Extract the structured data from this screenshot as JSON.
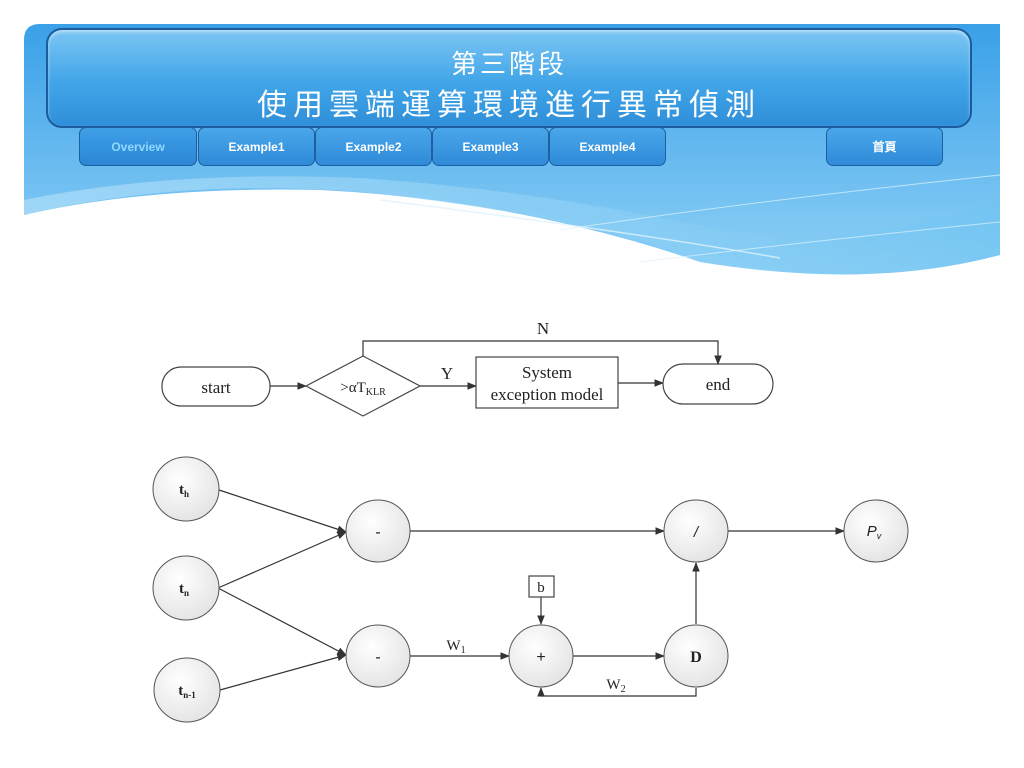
{
  "header": {
    "title_line1": "第三階段",
    "title_line2": "使用雲端運算環境進行異常偵測"
  },
  "nav": {
    "tabs": [
      {
        "label": "Overview",
        "active": true
      },
      {
        "label": "Example1",
        "active": false
      },
      {
        "label": "Example2",
        "active": false
      },
      {
        "label": "Example3",
        "active": false
      },
      {
        "label": "Example4",
        "active": false
      }
    ],
    "home_label": "首頁"
  },
  "flowchart": {
    "start": "start",
    "condition_prefix": ">αT",
    "condition_subscript": "KLR",
    "yes_label": "Y",
    "no_label": "N",
    "process_line1": "System",
    "process_line2": "exception model",
    "end": "end"
  },
  "network": {
    "t_h": {
      "main": "t",
      "sub": "h"
    },
    "t_n": {
      "main": "t",
      "sub": "n"
    },
    "t_n1": {
      "main": "t",
      "sub": "n-1"
    },
    "minus_top": "-",
    "minus_bottom": "-",
    "divide": "/",
    "plus": "+",
    "d_node": "D",
    "bias": "b",
    "w1": {
      "main": "W",
      "sub": "1"
    },
    "w2": {
      "main": "W",
      "sub": "2"
    },
    "output": {
      "main": "P",
      "sub": "v"
    }
  },
  "colors": {
    "accent": "#2f8fd9",
    "border": "#1b5d9c",
    "node_fill": "#f2f2f2"
  }
}
